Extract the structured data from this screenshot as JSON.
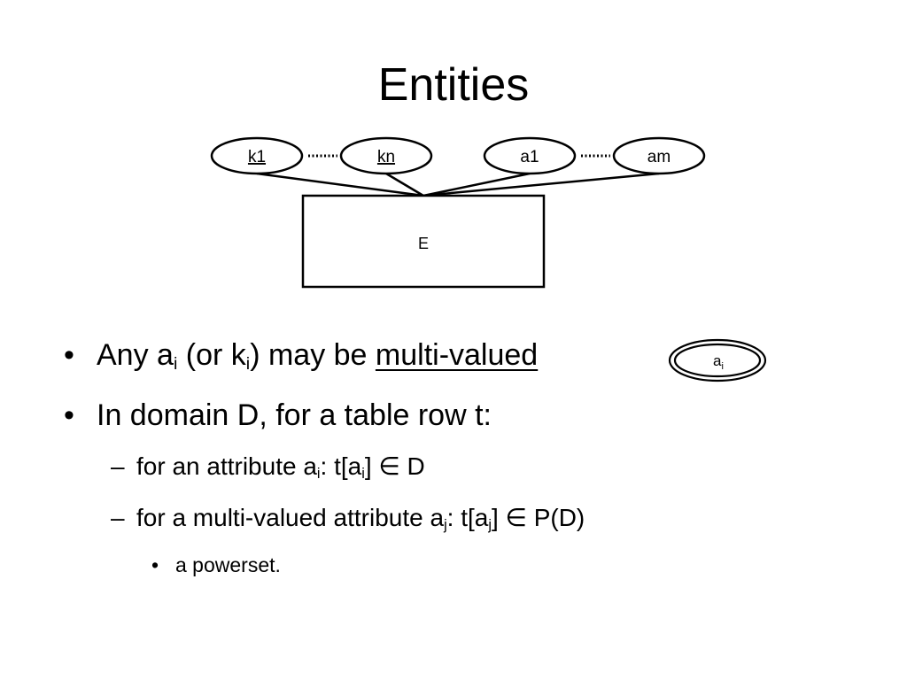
{
  "title": "Entities",
  "diagram": {
    "entity": "E",
    "key_attributes": [
      "k1",
      "kn"
    ],
    "attributes": [
      "a1",
      "am"
    ],
    "multivalued_symbol": {
      "base": "a",
      "sub": "i"
    }
  },
  "bullets": {
    "b1": {
      "marker": "•",
      "pre1": "Any a",
      "sub1": "i",
      "pre2": " (or k",
      "sub2": "i",
      "pre3": ") may be ",
      "emph": "multi-valued"
    },
    "b2": {
      "marker": "•",
      "text": "In domain D, for a table row t:"
    },
    "b2a": {
      "marker": "–",
      "pre1": "for an attribute a",
      "sub1": "i",
      "pre2": ": t[a",
      "sub2": "i",
      "pre3": "] ∈ D"
    },
    "b2b": {
      "marker": "–",
      "pre1": "for a multi-valued attribute a",
      "sub1": "j",
      "pre2": ": t[a",
      "sub2": "j",
      "pre3": "] ∈ P(D)"
    },
    "b2b1": {
      "marker": "•",
      "text": "a powerset."
    }
  }
}
